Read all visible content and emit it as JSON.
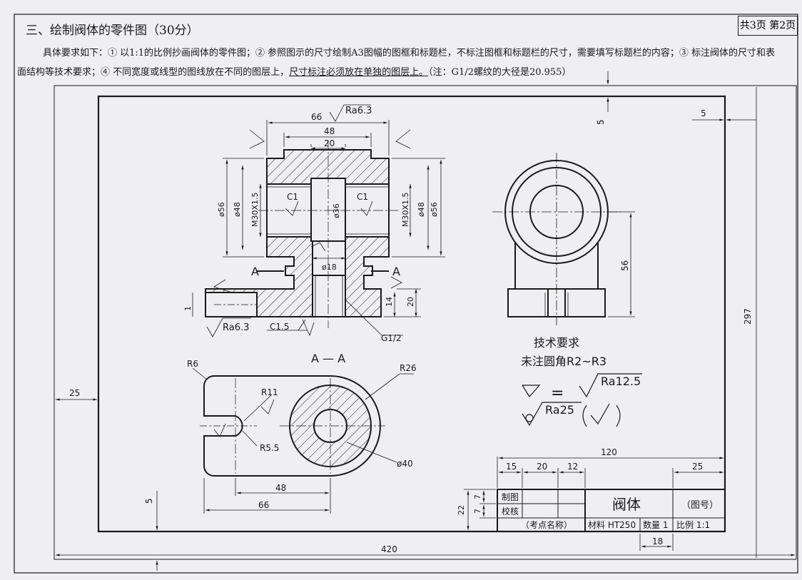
{
  "header": {
    "question_title": "三、绘制阀体的零件图（30分）",
    "page_info": "共3页 第2页",
    "requirement_line1": "具体要求如下：① 以1:1的比例抄画阀体的零件图；② 参照图示的尺寸绘制A3图幅的图框和标题栏，不标注图框和标题栏的尺寸，需要填写标题栏的内容；③ 标注阀体的尺寸和表",
    "requirement_line2_a": "面结构等技术要求；④ 不同宽度或线型的图线放在不同的图层上，",
    "requirement_line2_b": "尺寸标注必须放在单独的图层上。",
    "requirement_line2_c": "（注：G1/2螺纹的大径是20.955）"
  },
  "frame_dims": {
    "d5_top": "5",
    "d5_right": "5",
    "d297": "297",
    "d25_left": "25",
    "d5_bottom": "5",
    "d420": "420"
  },
  "section_view": {
    "d66": "66",
    "ra63_top": "Ra6.3",
    "d48": "48",
    "d20": "20",
    "phi56_left": "ø56",
    "phi48_left": "ø48",
    "m30_left": "M30X1.5",
    "c1_left": "C1",
    "phi36": "ø36",
    "c1_right": "C1",
    "m30_right": "M30X1.5",
    "phi48_right": "ø48",
    "phi56_right": "ø56",
    "a_left": "A",
    "a_right": "A",
    "phi18": "ø18",
    "d1": "1",
    "d14": "14",
    "d20_h": "20",
    "ra63_bottom": "Ra6.3",
    "c15": "C1.5",
    "g12": "G1/2",
    "section_label": "A — A"
  },
  "side_view": {
    "d56": "56"
  },
  "top_view": {
    "r6": "R6",
    "r11": "R11",
    "r26": "R26",
    "r55": "R5.5",
    "phi40": "ø40",
    "d48": "48",
    "d66": "66"
  },
  "tech_notes": {
    "title": "技术要求",
    "fillet": "未注圆角R2~R3",
    "eq_sign": "=",
    "ra125": "Ra12.5",
    "ra25": "Ra25"
  },
  "title_block": {
    "d120": "120",
    "d15": "15",
    "d20": "20",
    "d12": "12",
    "d25": "25",
    "d22": "22",
    "d7a": "7",
    "d7b": "7",
    "d18": "18",
    "drawn": "制图",
    "checked": "校核",
    "part_name": "阀体",
    "drawing_no": "（图号）",
    "exam_name": "（考点名称）",
    "material": "材料  HT250",
    "quantity": "数量 1",
    "scale": "比例 1:1"
  }
}
